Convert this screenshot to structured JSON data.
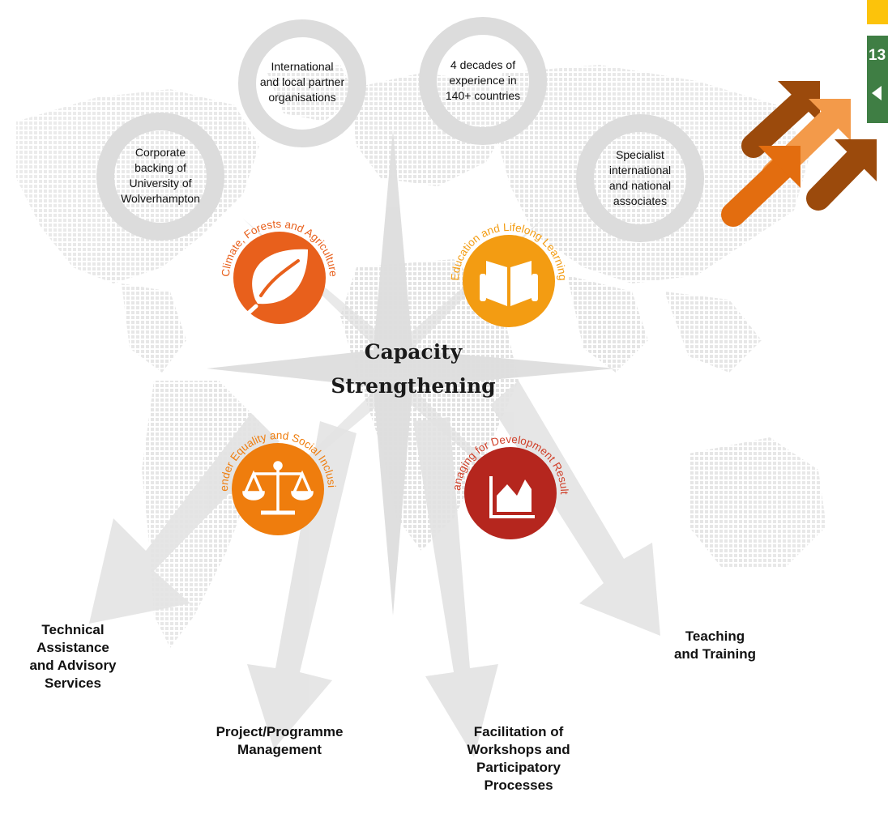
{
  "center_title": [
    "Capacity",
    "Strengthening"
  ],
  "rings": {
    "corporate": [
      "Corporate",
      "backing of",
      "University of",
      "Wolverhampton"
    ],
    "partners": [
      "International",
      "and local partner",
      "organisations"
    ],
    "decades": [
      "4 decades of",
      "experience in",
      "140+ countries"
    ],
    "associates": [
      "Specialist",
      "international",
      "and national",
      "associates"
    ]
  },
  "themes": {
    "climate": {
      "label": "Climate, Forests and Agriculture",
      "color": "#e8601c",
      "label_color": "#e8601c",
      "icon": "leaf-icon"
    },
    "education": {
      "label": "Education and Lifelong Learning",
      "color": "#f39c12",
      "label_color": "#f39c12",
      "icon": "open-book-icon"
    },
    "gender": {
      "label": "Gender Equality and Social Inclusion",
      "color": "#ef7d0d",
      "label_color": "#ef7d0d",
      "icon": "scales-icon"
    },
    "results": {
      "label": "Managing for Development Results",
      "color": "#b5261e",
      "label_color": "#d0402a",
      "icon": "area-chart-icon"
    }
  },
  "services": {
    "technical": [
      "Technical",
      "Assistance",
      "and Advisory",
      "Services"
    ],
    "project": [
      "Project/Programme",
      "Management"
    ],
    "facilitation": [
      "Facilitation of",
      "Workshops and",
      "Participatory",
      "Processes"
    ],
    "teaching": [
      "Teaching",
      "and Training"
    ]
  },
  "sdg_tile_number": "13",
  "colors": {
    "ring_gray": "#dcdcdc",
    "map_dot": "#d6d6d6",
    "arrow_gray": "#e3e3e3",
    "sdg_green": "#3f7e44",
    "sdg_yellow": "#fcc30b",
    "arrow_brown": "#9b4a0c",
    "arrow_orange": "#e36d0f",
    "arrow_light_orange": "#f39a4a"
  }
}
